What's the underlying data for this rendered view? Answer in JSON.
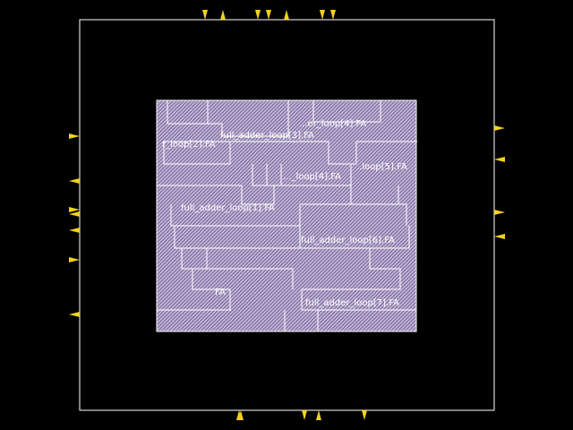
{
  "colors": {
    "background": "#000000",
    "die_outline": "#ffffff",
    "core_fill": "#8f7fb0",
    "hatch": "#ffffff",
    "cell_outline": "#ffffff",
    "pin": "#f2d21b"
  },
  "labels": {
    "l0": "...er_loop[4].FA",
    "l1": "full_adder_loop[3].FA",
    "l2": "r_loop[2].FA",
    "l3": "..loop[5].FA",
    "l4": "..._loop[4].FA",
    "l5": "full_adder_loop[1].FA",
    "l6": "full_adder_loop[6].FA",
    "l7": "FA",
    "l8": "full_adder_loop[7].FA"
  },
  "pins": {
    "top_count": 8,
    "bottom_count": 5,
    "left_count": 8,
    "right_count": 4
  }
}
